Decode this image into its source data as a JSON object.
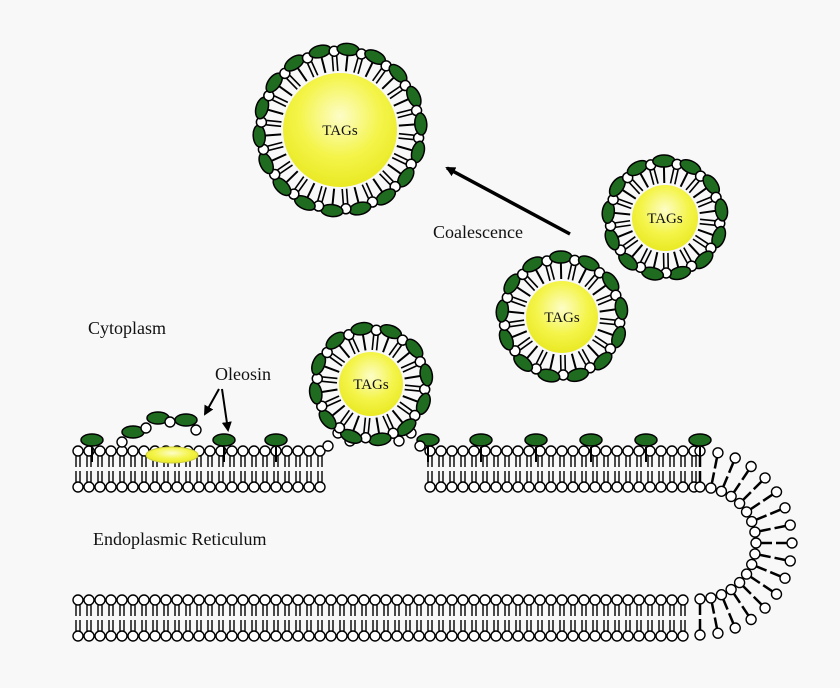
{
  "labels": {
    "cytoplasm": "Cytoplasm",
    "oleosin": "Oleosin",
    "coalescence": "Coalescence",
    "er": "Endoplasmic Reticulum",
    "tag": "TAGs"
  },
  "colors": {
    "background": "#f8f8f8",
    "core": "#f2f23a",
    "core_center": "#fdfdc0",
    "oleosin": "#1f6b1f",
    "head": "#ffffff",
    "outline": "#000000"
  }
}
